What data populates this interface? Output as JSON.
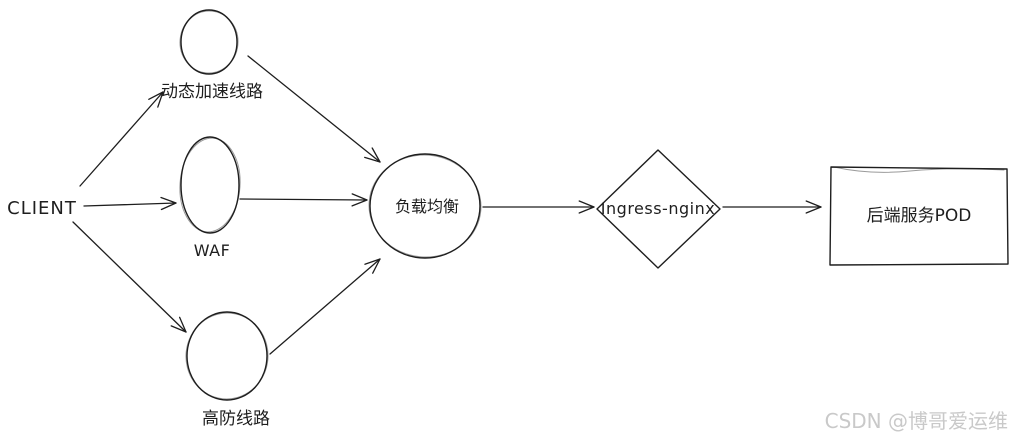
{
  "diagram": {
    "background_color": "#ffffff",
    "stroke_color": "#1e1e1e",
    "nodes": [
      {
        "id": "client",
        "shape": "text",
        "label": "CLIENT"
      },
      {
        "id": "dynamic-acceleration-line",
        "shape": "ellipse",
        "label": "动态加速线路"
      },
      {
        "id": "waf",
        "shape": "ellipse",
        "label": "WAF"
      },
      {
        "id": "high-defense-line",
        "shape": "ellipse",
        "label": "高防线路"
      },
      {
        "id": "load-balancer",
        "shape": "circle",
        "label": "负载均衡"
      },
      {
        "id": "ingress-nginx",
        "shape": "diamond",
        "label": "Ingress-nginx"
      },
      {
        "id": "backend-service-pod",
        "shape": "rectangle",
        "label": "后端服务POD"
      }
    ],
    "edges": [
      {
        "from": "client",
        "to": "dynamic-acceleration-line"
      },
      {
        "from": "client",
        "to": "waf"
      },
      {
        "from": "client",
        "to": "high-defense-line"
      },
      {
        "from": "dynamic-acceleration-line",
        "to": "load-balancer"
      },
      {
        "from": "waf",
        "to": "load-balancer"
      },
      {
        "from": "high-defense-line",
        "to": "load-balancer"
      },
      {
        "from": "load-balancer",
        "to": "ingress-nginx"
      },
      {
        "from": "ingress-nginx",
        "to": "backend-service-pod"
      }
    ]
  },
  "watermark": {
    "text": "CSDN @博哥爱运维",
    "color": "#c9c9c9"
  }
}
